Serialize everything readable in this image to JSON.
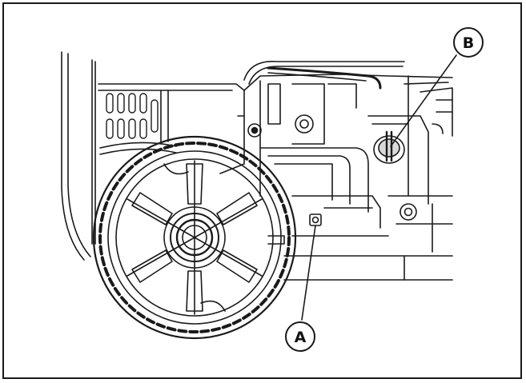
{
  "diagram": {
    "callouts": [
      {
        "id": "A",
        "label": "A"
      },
      {
        "id": "B",
        "label": "B"
      }
    ],
    "colors": {
      "line": "#1a1a1a",
      "background": "#ffffff",
      "shade": "#d9d9d9"
    }
  }
}
